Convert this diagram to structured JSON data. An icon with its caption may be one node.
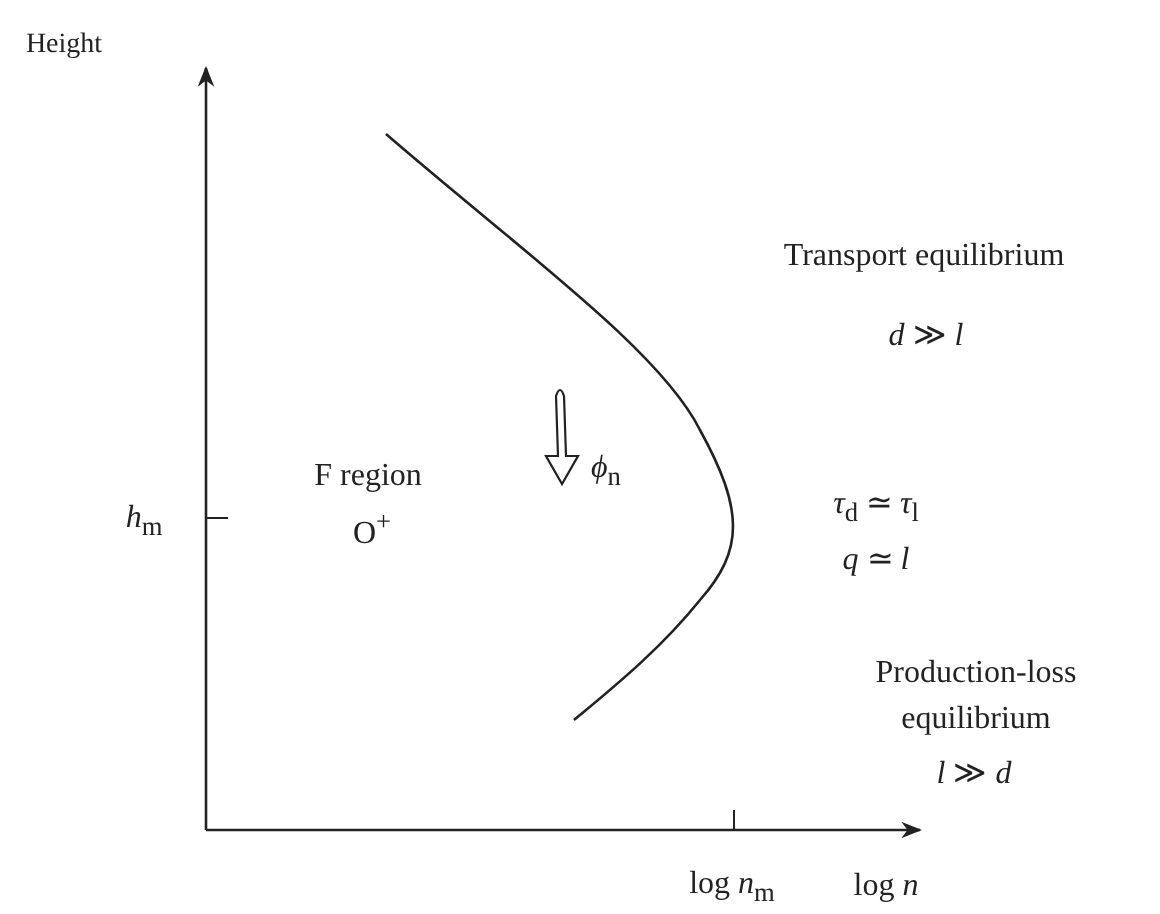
{
  "diagram": {
    "labels": [
      "Height",
      "Transport equilibrium",
      "*d* ≫ *l*",
      "F region",
      "O$^{+}$",
      "*ϕ*$_{n}$",
      "*h*$_{m}$",
      "*τ*$_{d}$ ≃ *τ*$_{l}$",
      "*q* ≃ *l*",
      "Production-loss equilibrium",
      "*l* ≫ *d*",
      "log *n*$_{m}$",
      "log *n*"
    ]
  }
}
